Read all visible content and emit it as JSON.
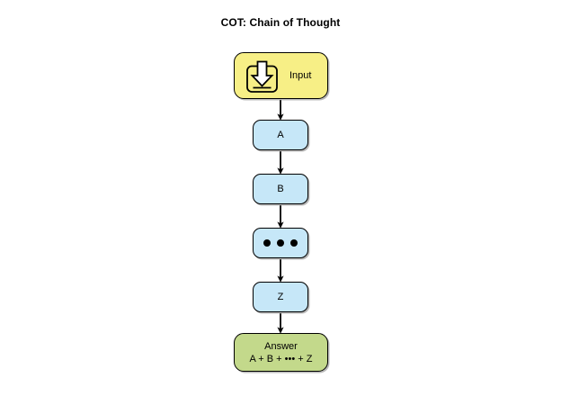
{
  "diagram": {
    "title": "COT: Chain of Thought",
    "background_color": "#ffffff",
    "nodes": {
      "input": {
        "label": "Input",
        "icon": "download-input-icon",
        "fill_color": "#f7ef86",
        "border_color": "#000000"
      },
      "step_a": {
        "label": "A",
        "fill_color": "#c6e7f8",
        "border_color": "#000000"
      },
      "step_b": {
        "label": "B",
        "fill_color": "#c6e7f8",
        "border_color": "#000000"
      },
      "step_ellipsis": {
        "label": "•••",
        "fill_color": "#c6e7f8",
        "border_color": "#000000"
      },
      "step_z": {
        "label": "Z",
        "fill_color": "#c6e7f8",
        "border_color": "#000000"
      },
      "answer": {
        "line1": "Answer",
        "line2": "A + B + ••• + Z",
        "fill_color": "#c3d98b",
        "border_color": "#000000"
      }
    },
    "edges": [
      {
        "from": "input",
        "to": "step_a",
        "arrow": "down"
      },
      {
        "from": "step_a",
        "to": "step_b",
        "arrow": "down"
      },
      {
        "from": "step_b",
        "to": "step_ellipsis",
        "arrow": "down"
      },
      {
        "from": "step_ellipsis",
        "to": "step_z",
        "arrow": "down"
      },
      {
        "from": "step_z",
        "to": "answer",
        "arrow": "down"
      }
    ]
  }
}
